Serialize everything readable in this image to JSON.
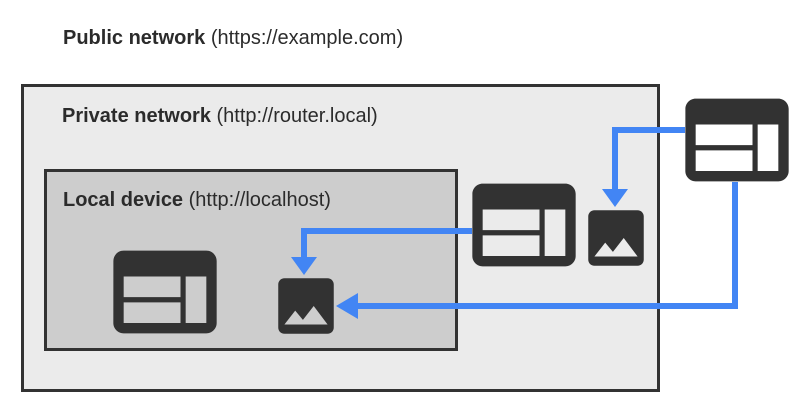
{
  "labels": {
    "public": {
      "name": "Public network",
      "url": "(https://example.com)"
    },
    "private": {
      "name": "Private network",
      "url": "(http://router.local)"
    },
    "local": {
      "name": "Local device",
      "url": "(http://localhost)"
    }
  },
  "icons": {
    "public_browser": "browser-window-icon",
    "private_browser": "browser-window-icon",
    "local_browser": "browser-window-icon",
    "private_image": "image-icon",
    "local_image": "image-icon"
  },
  "arrows": [
    {
      "from": "public-browser",
      "to": "private-image-icon"
    },
    {
      "from": "private-browser",
      "to": "local-image-icon"
    },
    {
      "from": "public-browser",
      "to": "local-image-icon"
    }
  ],
  "colors": {
    "dark": "#323232",
    "blue": "#4285f4",
    "private_fill": "#ebebeb",
    "local_fill": "#cdcdcd",
    "canvas_bg": "#ffffff",
    "text": "#2b2b2b"
  }
}
